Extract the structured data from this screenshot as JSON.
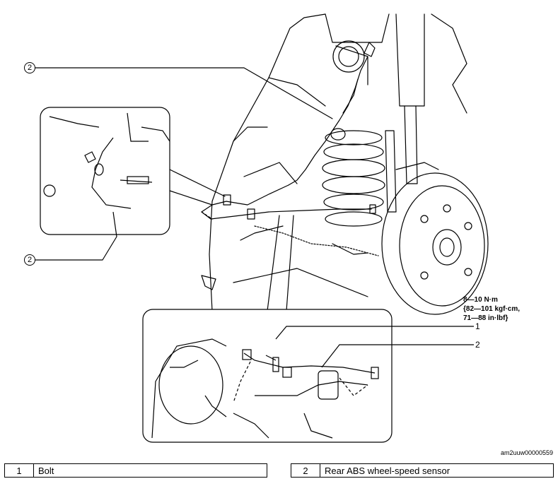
{
  "callouts": {
    "top_left": "2",
    "bottom_left": "2",
    "detail_bolt": "1",
    "detail_sensor": "2"
  },
  "torque_spec": "8—10 N·m\n{82—101 kgf·cm,\n71—88 in·lbf}",
  "document_code": "am2uuw00000559",
  "legend": [
    {
      "number": "1",
      "label": "Bolt"
    },
    {
      "number": "2",
      "label": "Rear ABS wheel-speed sensor"
    }
  ]
}
